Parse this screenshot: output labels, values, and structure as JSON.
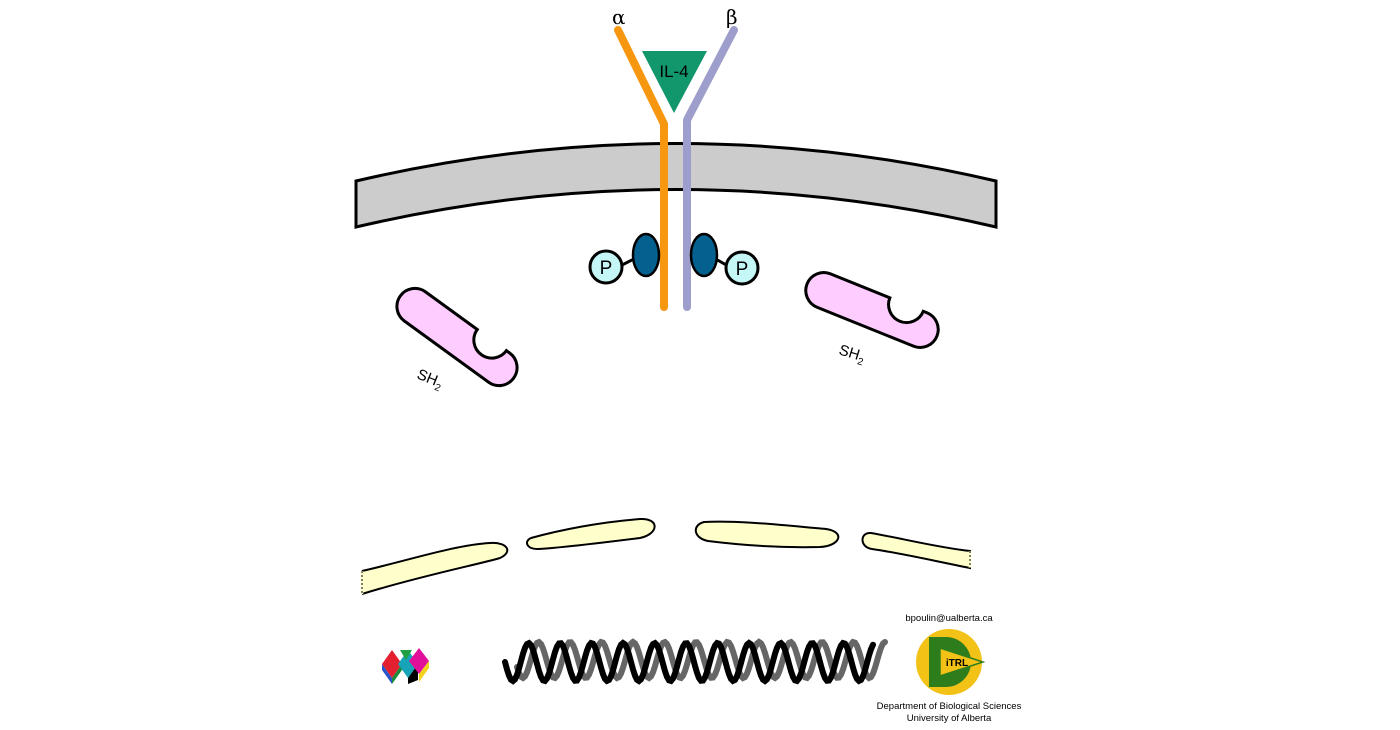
{
  "receptor": {
    "alpha_label": "α",
    "beta_label": "β",
    "ligand_label": "IL-4",
    "phospho_left": "P",
    "phospho_right": "P",
    "colors": {
      "alpha_chain": "#f7960f",
      "beta_chain": "#9e9ecc",
      "ligand": "#12966c",
      "jak": "#04608f",
      "phosphate": "#c6f7f7"
    }
  },
  "membrane": {
    "color": "#cccccc"
  },
  "sh2_left": {
    "label_main": "SH",
    "label_sub": "2"
  },
  "sh2_right": {
    "label_main": "SH",
    "label_sub": "2"
  },
  "sh2_color": "#ffccff",
  "nuclear_envelope_color": "#ffffcc",
  "dna": {
    "front_color": "#000000",
    "back_color": "#666666"
  },
  "credits": {
    "email": "bpoulin@ualberta.ca",
    "logo_text": "iTRL",
    "department": "Department of Biological Sciences",
    "university": "University of Alberta"
  }
}
